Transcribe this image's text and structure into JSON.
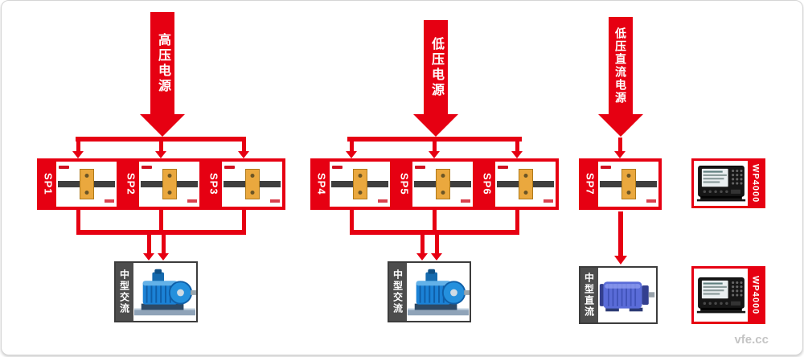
{
  "banners": [
    {
      "label": "高压电源"
    },
    {
      "label": "低压电源"
    },
    {
      "label": "低压直流电源"
    }
  ],
  "sp_units": [
    "SP1",
    "SP2",
    "SP3",
    "SP4",
    "SP5",
    "SP6",
    "SP7"
  ],
  "motors": [
    {
      "label": "中型交流"
    },
    {
      "label": "中型交流"
    },
    {
      "label": "中型直流"
    }
  ],
  "analyzers": [
    {
      "label": "WP4000"
    },
    {
      "label": "WP4000"
    }
  ],
  "watermark": "vfe.cc",
  "colors": {
    "red": "#e60012",
    "dark_gray": "#4d4d4d"
  }
}
